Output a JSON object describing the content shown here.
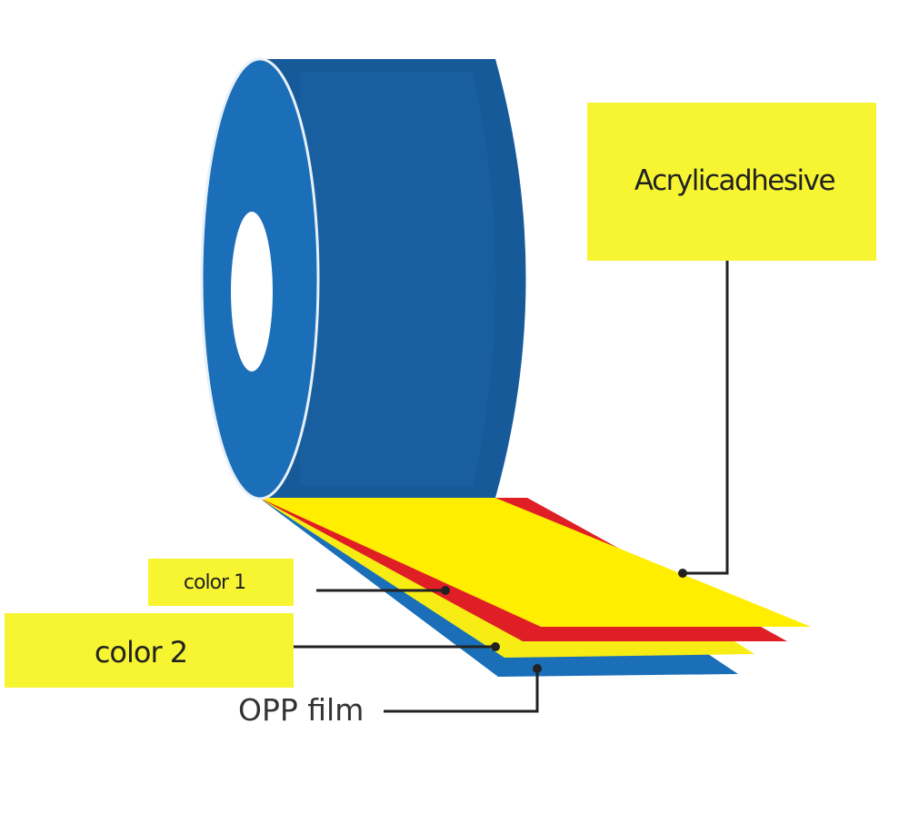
{
  "labels": {
    "acrylic_adhesive": "Acrylicadhesive",
    "color1": "color 1",
    "color2": "color 2",
    "opp_film": "OPP film"
  },
  "colors": {
    "roll_face": "#1a6fb8",
    "roll_body": "#175a99",
    "roll_edge": "#2a7cc4",
    "core_hole": "#ffffff",
    "adhesive_layer": "#ffee00",
    "color1_layer": "#e01e26",
    "color2_layer": "#f7ec13",
    "film_layer": "#1a6fb8",
    "label_box": "#f7f532",
    "leader_line": "#222222"
  }
}
